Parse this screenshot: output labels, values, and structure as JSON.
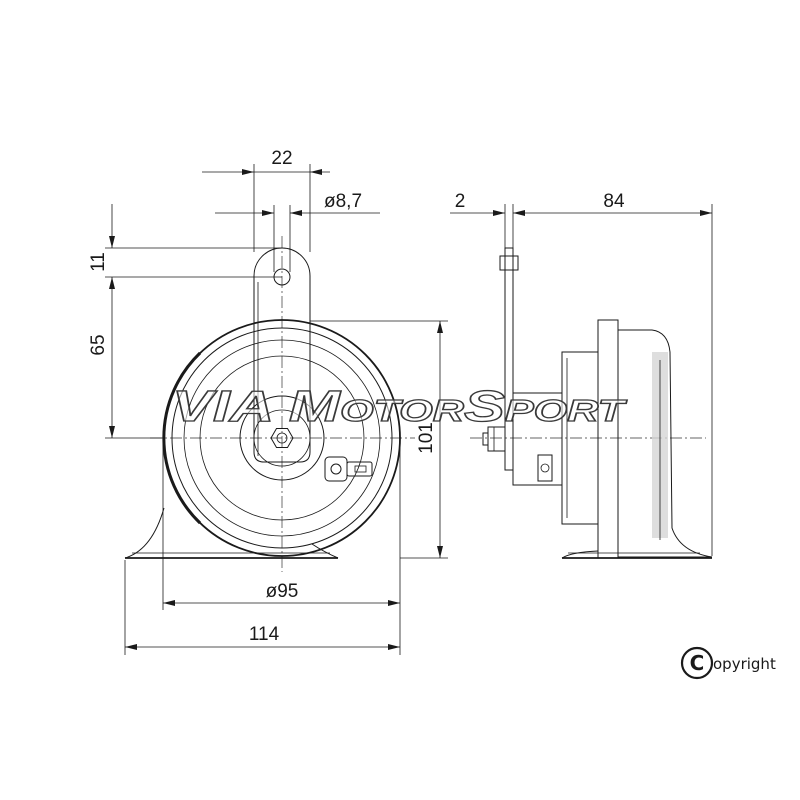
{
  "dimensions": {
    "bracket_width": "22",
    "hole_diameter": "ø8,7",
    "hole_offset": "11",
    "hole_to_center": "65",
    "height": "101",
    "horn_diameter": "ø95",
    "overall_width": "114",
    "bracket_thickness": "2",
    "depth": "84"
  },
  "watermark": {
    "text": "VIA MotorSport"
  },
  "copyright": {
    "mark": "C",
    "text": "opyright"
  },
  "colors": {
    "line": "#1a1a1a",
    "paper": "#ffffff",
    "body_fill": "#ececec"
  }
}
